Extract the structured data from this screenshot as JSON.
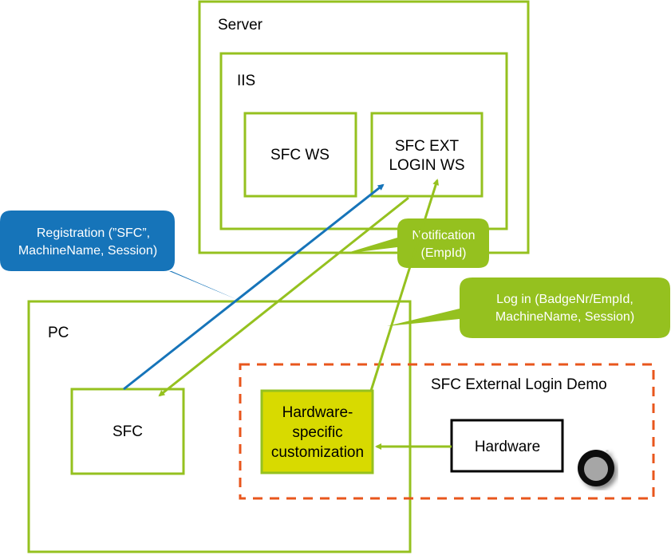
{
  "colors": {
    "green": "#95c11f",
    "blue": "#1674b9",
    "orange": "#e8561c",
    "yellow": "#d8da00"
  },
  "server": {
    "label": "Server"
  },
  "iis": {
    "label": "IIS"
  },
  "sfc_ws": {
    "label": "SFC WS"
  },
  "sfc_ext": {
    "line1": "SFC EXT",
    "line2": "LOGIN WS"
  },
  "pc": {
    "label": "PC"
  },
  "sfc": {
    "label": "SFC"
  },
  "demo": {
    "label": "SFC External Login Demo"
  },
  "hw_custom": {
    "line1": "Hardware-",
    "line2": "specific",
    "line3": "customization"
  },
  "hardware": {
    "label": "Hardware"
  },
  "callouts": {
    "registration": {
      "line1": "Registration (”SFC”,",
      "line2": "MachineName, Session)"
    },
    "notification": {
      "line1": "Notification",
      "line2": "(EmpId)"
    },
    "login": {
      "line1": "Log in (BadgeNr/EmpId,",
      "line2": "MachineName, Session)"
    }
  },
  "icons": {
    "badge_reader": "round-button-knob"
  }
}
